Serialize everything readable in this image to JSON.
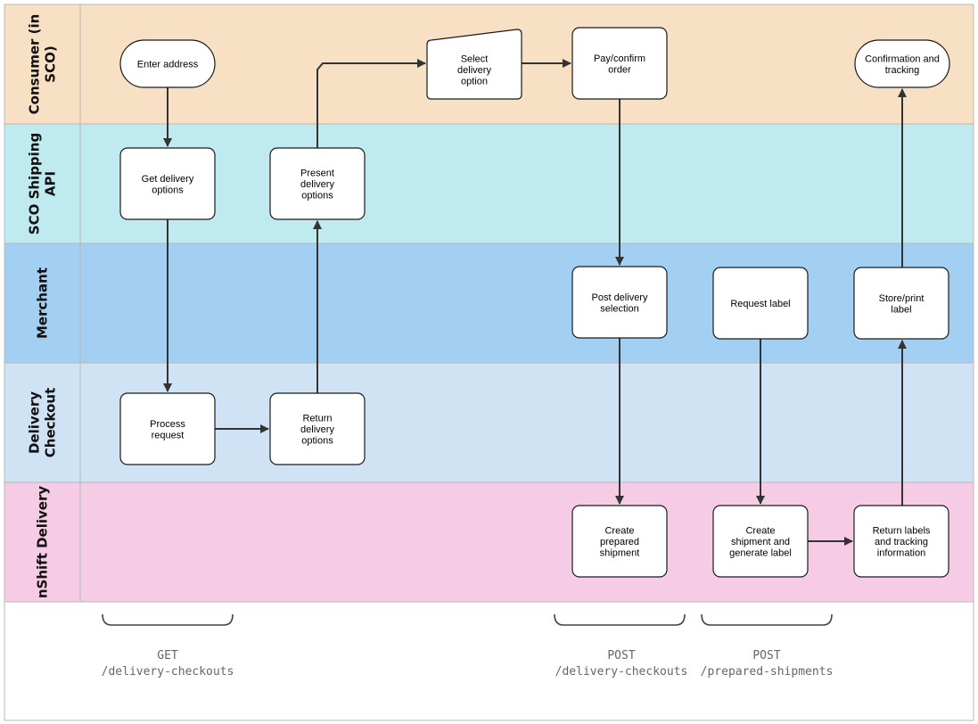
{
  "lanes": [
    {
      "id": "consumer",
      "label": [
        "Consumer (in",
        "SCO)"
      ],
      "color": "#f7e0c4"
    },
    {
      "id": "sco",
      "label": [
        "SCO Shipping",
        "API"
      ],
      "color": "#bfeaf0"
    },
    {
      "id": "merchant",
      "label": [
        "Merchant"
      ],
      "color": "#a3cff2"
    },
    {
      "id": "checkout",
      "label": [
        "Delivery",
        "Checkout"
      ],
      "color": "#d0e3f5"
    },
    {
      "id": "nshift",
      "label": [
        "nShift Delivery"
      ],
      "color": "#f5cbe6"
    }
  ],
  "nodes": [
    {
      "id": "enter_address",
      "name": "enter-address-node",
      "shape": "terminal",
      "text": [
        "Enter address"
      ]
    },
    {
      "id": "get_options",
      "name": "get-delivery-options-node",
      "shape": "process",
      "text": [
        "Get delivery",
        "options"
      ]
    },
    {
      "id": "process_request",
      "name": "process-request-node",
      "shape": "process",
      "text": [
        "Process",
        "request"
      ]
    },
    {
      "id": "return_options",
      "name": "return-delivery-options-node",
      "shape": "process",
      "text": [
        "Return",
        "delivery",
        "options"
      ]
    },
    {
      "id": "present_options",
      "name": "present-delivery-options-node",
      "shape": "process",
      "text": [
        "Present",
        "delivery",
        "options"
      ]
    },
    {
      "id": "select_option",
      "name": "select-delivery-option-node",
      "shape": "manual-input",
      "text": [
        "Select",
        "delivery",
        "option"
      ]
    },
    {
      "id": "pay_confirm",
      "name": "pay-confirm-order-node",
      "shape": "process",
      "text": [
        "Pay/confirm",
        "order"
      ]
    },
    {
      "id": "post_selection",
      "name": "post-delivery-selection-node",
      "shape": "process",
      "text": [
        "Post delivery",
        "selection"
      ]
    },
    {
      "id": "create_prepared",
      "name": "create-prepared-shipment-node",
      "shape": "process",
      "text": [
        "Create",
        "prepared",
        "shipment"
      ]
    },
    {
      "id": "request_label",
      "name": "request-label-node",
      "shape": "process",
      "text": [
        "Request label"
      ]
    },
    {
      "id": "create_shipment",
      "name": "create-shipment-generate-label-node",
      "shape": "process",
      "text": [
        "Create",
        "shipment and",
        "generate label"
      ]
    },
    {
      "id": "return_labels",
      "name": "return-labels-tracking-node",
      "shape": "process",
      "text": [
        "Return labels",
        "and tracking",
        "information"
      ]
    },
    {
      "id": "store_print",
      "name": "store-print-label-node",
      "shape": "process",
      "text": [
        "Store/print",
        "label"
      ]
    },
    {
      "id": "confirmation",
      "name": "confirmation-tracking-node",
      "shape": "terminal",
      "text": [
        "Confirmation and",
        "tracking"
      ]
    }
  ],
  "edges": [
    {
      "from": "enter_address",
      "to": "get_options"
    },
    {
      "from": "get_options",
      "to": "process_request"
    },
    {
      "from": "process_request",
      "to": "return_options"
    },
    {
      "from": "return_options",
      "to": "present_options"
    },
    {
      "from": "present_options",
      "to": "select_option"
    },
    {
      "from": "select_option",
      "to": "pay_confirm"
    },
    {
      "from": "pay_confirm",
      "to": "post_selection"
    },
    {
      "from": "post_selection",
      "to": "create_prepared"
    },
    {
      "from": "request_label",
      "to": "create_shipment"
    },
    {
      "from": "create_shipment",
      "to": "return_labels"
    },
    {
      "from": "return_labels",
      "to": "store_print"
    },
    {
      "from": "store_print",
      "to": "confirmation"
    }
  ],
  "api_calls": [
    {
      "id": "get",
      "method": "GET",
      "path": "/delivery-checkouts"
    },
    {
      "id": "post_checkouts",
      "method": "POST",
      "path": "/delivery-checkouts"
    },
    {
      "id": "post_prepared",
      "method": "POST",
      "path": "/prepared-shipments"
    }
  ]
}
